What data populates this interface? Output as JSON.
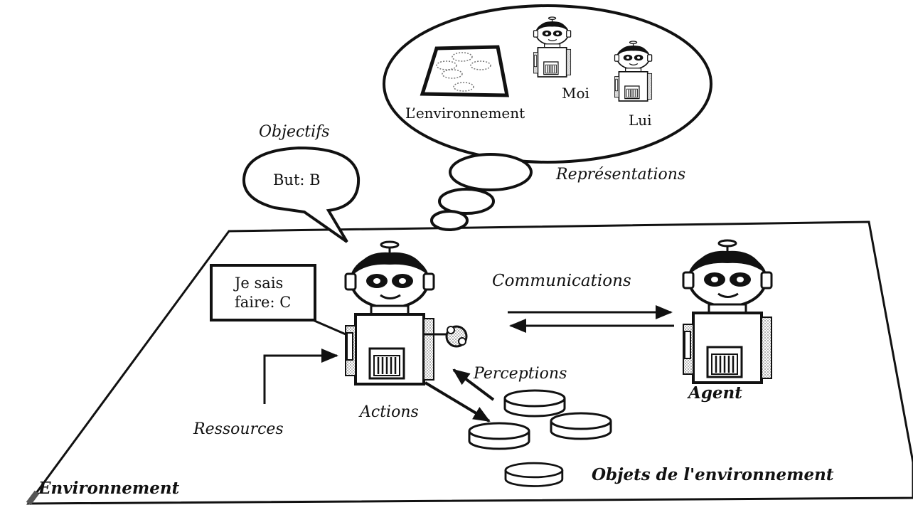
{
  "labels": {
    "objectives": "Objectifs",
    "goal": "But: B",
    "representations": "Représentations",
    "env_small": "L’environnement",
    "me": "Moi",
    "him": "Lui",
    "skill_line1": "Je sais",
    "skill_line2": "faire: C",
    "communications": "Communications",
    "perceptions": "Perceptions",
    "actions": "Actions",
    "resources": "Ressources",
    "agent": "Agent",
    "objects": "Objets de l'environnement",
    "environment": "Environnement"
  },
  "colors": {
    "ink": "#111111",
    "paper": "#ffffff",
    "shade": "#bdbdbd"
  }
}
